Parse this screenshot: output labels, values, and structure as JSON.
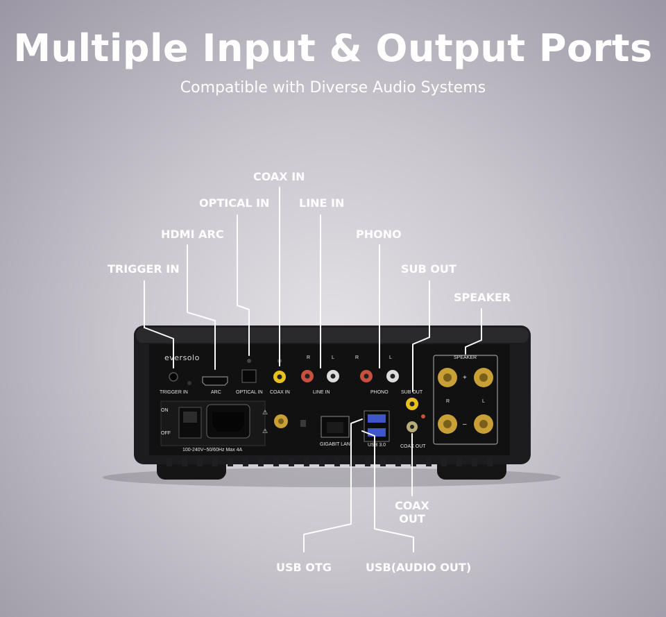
{
  "heading": {
    "title": "Multiple Input & Output Ports",
    "subtitle": "Compatible with Diverse Audio Systems"
  },
  "callouts": {
    "coax_in": "COAX IN",
    "optical_in": "OPTICAL IN",
    "line_in": "LINE IN",
    "hdmi_arc": "HDMI ARC",
    "phono": "PHONO",
    "trigger_in": "TRIGGER IN",
    "sub_out": "SUB OUT",
    "speaker": "SPEAKER",
    "coax_out_line1": "COAX",
    "coax_out_line2": "OUT",
    "usb_otg": "USB OTG",
    "usb_audio_out": "USB(AUDIO OUT)"
  },
  "panel": {
    "brand": "eversolo",
    "trigger_in": "TRIGGER IN",
    "arc": "ARC",
    "optical_in": "OPTICAL IN",
    "coax_in": "COAX IN",
    "line_in": "LINE IN",
    "phono": "PHONO",
    "sub_out": "SUB OUT",
    "speaker": "SPEAKER",
    "right": "R",
    "left": "L",
    "plus": "+",
    "minus": "–",
    "on": "ON",
    "off": "OFF",
    "power_rating": "100-240V~50/60Hz Max 4A",
    "gigabit_lan": "GIGABIT LAN",
    "usb30": "USB 3.0",
    "coax_out": "COAX OUT"
  },
  "colors": {
    "accent_line": "#ffffff",
    "device_body": "#1c1c1e",
    "rca_yellow": "#e8c21a",
    "rca_red": "#c8503f",
    "usb_blue": "#3e56c8",
    "gold": "#c9a035"
  }
}
